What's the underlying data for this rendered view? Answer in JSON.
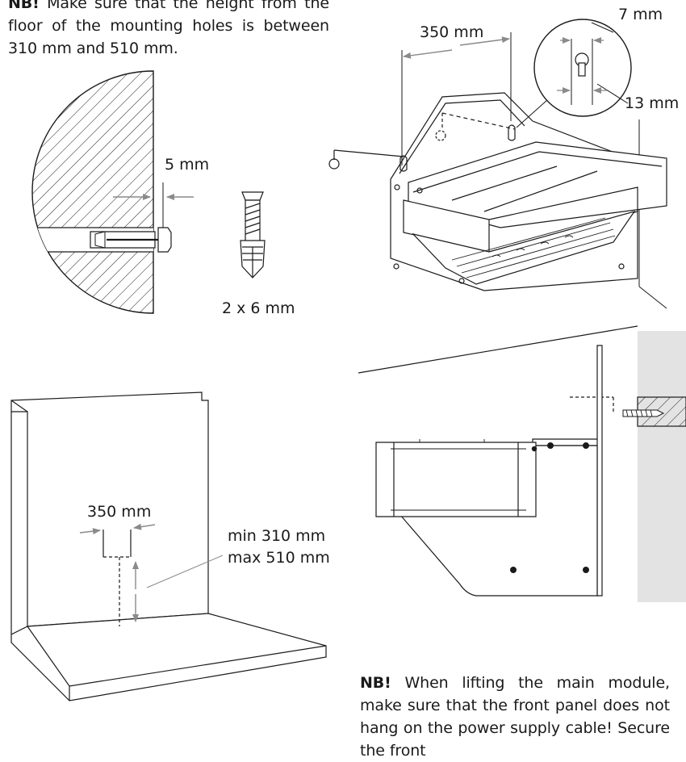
{
  "notes": {
    "top": {
      "prefix": "NB!",
      "text": " Make sure that the height from the floor of the mounting holes is between 310 mm and 510 mm."
    },
    "bottom": {
      "prefix": "NB!",
      "text": " When lifting the main module, make sure that the front panel does not hang on the power supply cable! Secure the front"
    }
  },
  "labels": {
    "hole_spacing_top": "350 mm",
    "slot_width": "7 mm",
    "slot_height": "13 mm",
    "wall_offset": "5 mm",
    "plug_size": "2 x 6 mm",
    "hole_spacing_bottom": "350 mm",
    "height_min": "min 310 mm",
    "height_max": "max 510 mm"
  },
  "colors": {
    "line": "#1a1a1a",
    "arrow": "#8a8a8a",
    "wall_shade": "#e3e3e3"
  }
}
